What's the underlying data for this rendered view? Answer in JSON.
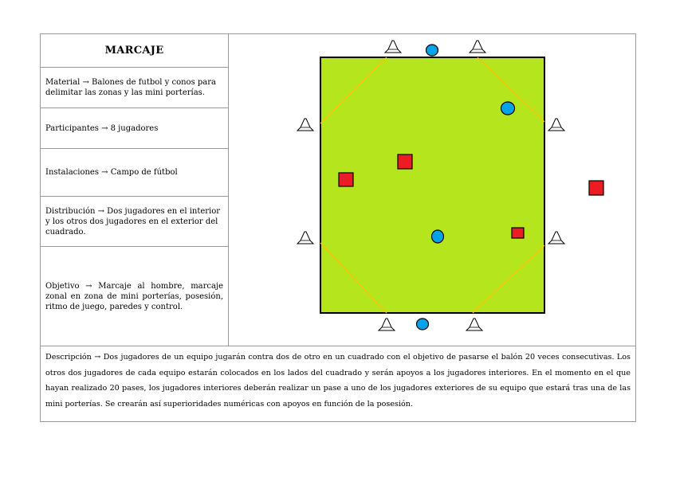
{
  "title": "MARCAJE",
  "rows": [
    "Material → Balones de futbol y conos para delimitar las zonas y las mini porterías.",
    "Participantes → 8 jugadores",
    "Instalaciones → Campo de fútbol",
    "Distribución → Dos jugadores en el interior y los otros dos jugadores en el exterior del cuadrado.",
    "Objetivo → Marcaje al hombre, marcaje zonal en zona de mini porterías, posesión, ritmo de juego, paredes y control."
  ],
  "description": "Descripción → Dos jugadores de un equipo jugarán contra dos de otro en un cuadrado con el objetivo de pasarse el balón 20 veces consecutivas. Los otros dos jugadores de cada equipo estarán colocados en los lados del cuadrado y serán apoyos a los jugadores interiores. En el momento en el que hayan realizado 20 pases, los jugadores interiores deberán realizar un pase a uno de los jugadores exteriores de su equipo que estará tras una de las mini porterías. Se crearán así superioridades numéricas con apoyos en función de la posesión.",
  "colors": {
    "field": "#b5e61d",
    "lines": "#ffc000",
    "team_blue": "#00a2e8",
    "team_red": "#ed1c24"
  }
}
